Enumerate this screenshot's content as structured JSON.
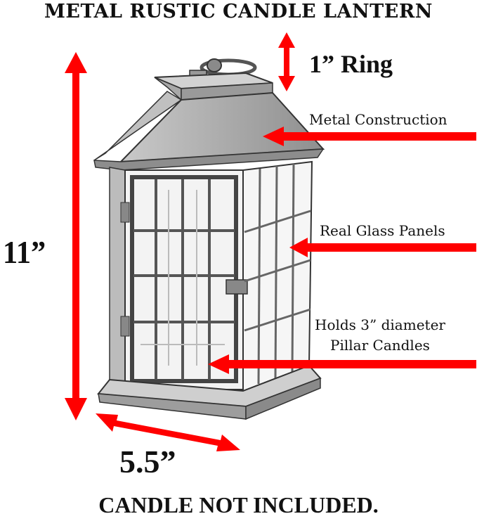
{
  "title": "METAL RUSTIC CANDLE LANTERN",
  "dimensions": {
    "ring": "1” Ring",
    "height": "11”",
    "width": "5.5”"
  },
  "callouts": {
    "metal": "Metal Construction",
    "glass": "Real Glass Panels",
    "holds_line1": "Holds 3” diameter",
    "holds_line2": "Pillar Candles"
  },
  "footer": "CANDLE NOT INCLUDED.",
  "colors": {
    "arrow": "#ff0000",
    "text": "#111111",
    "sketch": "#555555"
  }
}
